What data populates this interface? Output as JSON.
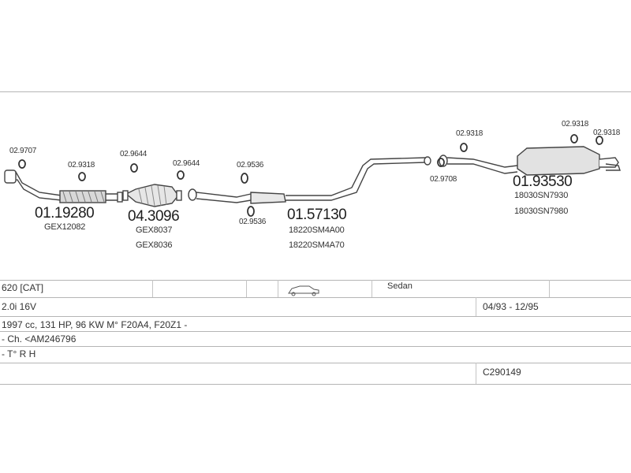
{
  "diagram": {
    "left_group": {
      "clamp_top_left": "02.9707",
      "gasket_small": "02.9318",
      "part_front_pipe": "01.19280",
      "ref_front_pipe": "GEX12082",
      "clamp_cat": "02.9644",
      "part_catalyst": "04.3096",
      "ref_cat_1": "GEX8037",
      "ref_cat_2": "GEX8036"
    },
    "middle_group": {
      "clamp_after_cat": "02.9644",
      "mount_center_top": "02.9536",
      "mount_center_bottom": "02.9536",
      "part_middle": "01.57130",
      "ref_middle_1": "18220SM4A00",
      "ref_middle_2": "18220SM4A70"
    },
    "rear_group": {
      "gasket_rear_left": "02.9318",
      "clamp_rear": "02.9708",
      "gasket_rear_top": "02.9318",
      "gasket_rear_right": "02.9318",
      "part_rear": "01.93530",
      "ref_rear_1": "18030SN7930",
      "ref_rear_2": "18030SN7980"
    }
  },
  "vehicle": {
    "model": "620  [CAT]",
    "body": "Sedan",
    "engine": "2.0i 16V",
    "years": "04/93 - 12/95",
    "spec": "1997 cc, 131 HP, 96 KW M° F20A4, F20Z1 -",
    "chassis": "- Ch. <AM246796",
    "drive": "- T° R H",
    "catalog_code": "C290149"
  }
}
